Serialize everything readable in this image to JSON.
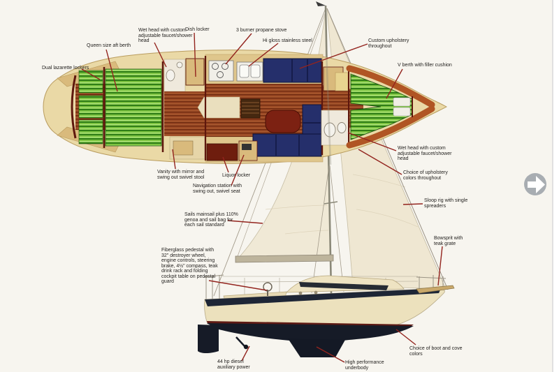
{
  "page": {
    "description": "Sailboat brochure diagram with interior deck plan and sail profile"
  },
  "colors": {
    "callout_line": "#93241e",
    "hull_cream": "#ead9a6",
    "cushion_green": "#7dc440",
    "settee_navy": "#252f6b",
    "wood_sole": "#9a4824",
    "bow_trim_orange": "#b05524",
    "underbody_dark": "#161b27",
    "sail_white": "#f0e9d6",
    "next_button_gray": "#a8adb2"
  },
  "callouts": [
    {
      "id": "queen_berth",
      "text": "Queen size aft berth"
    },
    {
      "id": "lazarette",
      "text": "Dual lazarette lockers"
    },
    {
      "id": "wet_head_1",
      "text": "Wet head with custom\nadjustable faucet/shower\nhead"
    },
    {
      "id": "dish_locker",
      "text": "Dish locker"
    },
    {
      "id": "stove",
      "text": "3 burner propane stove"
    },
    {
      "id": "stainless",
      "text": "Hi gloss stainless steel"
    },
    {
      "id": "upholstery",
      "text": "Custom upholstery\nthroughout"
    },
    {
      "id": "v_berth",
      "text": "V berth with filler cushion"
    },
    {
      "id": "vanity",
      "text": "Vanity with mirror and\nswing out swivel stool"
    },
    {
      "id": "liquor",
      "text": "Liquor locker"
    },
    {
      "id": "nav_station",
      "text": "Navigation station with\nswing out, swivel seat"
    },
    {
      "id": "wet_head_2",
      "text": "Wet head with custom\nadjustable faucet/shower\nhead"
    },
    {
      "id": "uph_colors",
      "text": "Choice of upholstery\ncolors throughout"
    },
    {
      "id": "sloop_rig",
      "text": "Sloop rig with single\nspreaders"
    },
    {
      "id": "sails",
      "text": "Sails mainsail plus 110%\ngenoa and sail bag for\neach sail standard"
    },
    {
      "id": "pedestal",
      "text": "Fiberglass pedestal with\n32\" destroyer wheel,\nengine controls, steering\nbrake, 4½\" compass, teak\ndrink rack and folding\ncockpit table on pedestal\nguard"
    },
    {
      "id": "bowsprit",
      "text": "Bowsprit with\nteak grate"
    },
    {
      "id": "boot_cove",
      "text": "Choice of boot and cove\ncolors"
    },
    {
      "id": "diesel",
      "text": "44 hp diesel\nauxiliary power"
    },
    {
      "id": "high_perf",
      "text": "High performance\nunderbody"
    }
  ],
  "carousel": {
    "next_button_icon": "arrow-right-icon"
  }
}
